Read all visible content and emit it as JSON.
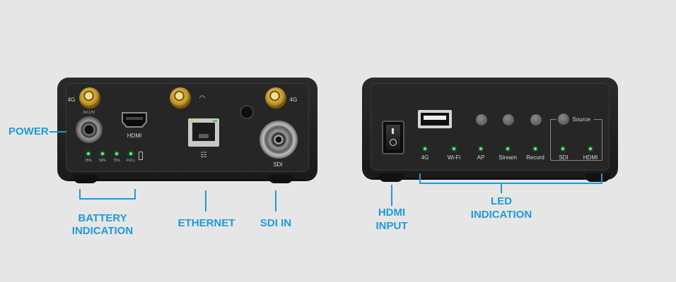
{
  "callouts": {
    "power": "POWER",
    "battery": [
      "BATTERY",
      "INDICATION"
    ],
    "ethernet": "ETHERNET",
    "sdi_in": "SDI IN",
    "hdmi_input": [
      "HDMI",
      "INPUT"
    ],
    "led_indication": [
      "LED",
      "INDICATION"
    ]
  },
  "left_device": {
    "antenna_left": "4G",
    "antenna_right": "4G",
    "power_rating": "6V-12V",
    "hdmi_port": "HDMI",
    "sdi_port": "SDI",
    "battery_leds": [
      "25%",
      "50%",
      "75%",
      "FULL"
    ]
  },
  "right_device": {
    "source_button": "Source",
    "indicators": [
      "4G",
      "Wi-Fi",
      "AP",
      "Stream",
      "Record",
      "SDI",
      "HDMI"
    ]
  },
  "colors": {
    "accent": "#1f9ad6",
    "led": "#4cff6a",
    "antenna": "#d4ad44"
  }
}
